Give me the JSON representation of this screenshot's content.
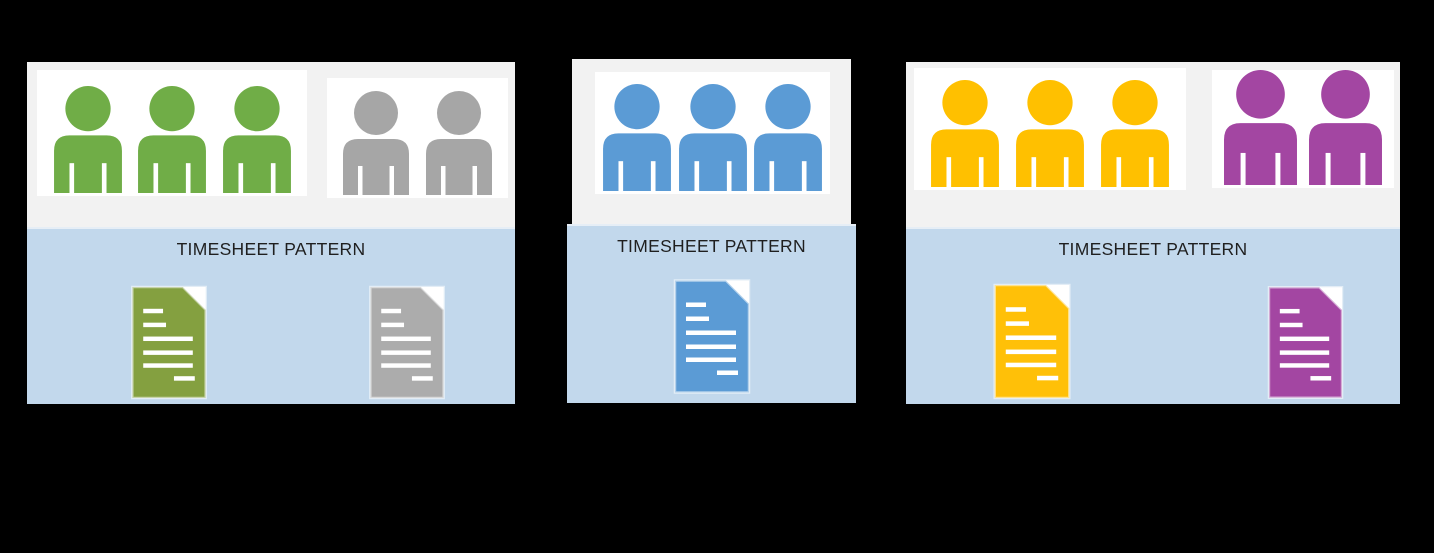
{
  "diagram": {
    "description": "Three team panels, each mapped to a timesheet pattern band with timesheet document icons",
    "band_label": "TIMESHEET PATTERN"
  },
  "colors": {
    "canvas_bg": "#000000",
    "panel_bg": "#F2F2F2",
    "box_bg": "#FFFFFF",
    "band_bg": "#C2D8EC",
    "band_border": "#E6EEF6",
    "label_text": "#1F1F1F",
    "green": "#70AD47",
    "gray": "#A6A6A6",
    "blue": "#5B9BD5",
    "yellow": "#FFC000",
    "purple": "#A346A2",
    "doc_green": "#84A040",
    "doc_gray": "#ACACAC",
    "doc_blue": "#5B9BD5",
    "doc_yellow": "#FFC008",
    "doc_purple": "#A346A2"
  },
  "panels": [
    {
      "band_label": "TIMESHEET PATTERN",
      "groups": [
        {
          "name": "green-team",
          "count": 3,
          "color": "#70AD47"
        },
        {
          "name": "gray-team",
          "count": 2,
          "color": "#A6A6A6"
        }
      ],
      "documents": [
        {
          "name": "green-timesheet",
          "color": "#84A040"
        },
        {
          "name": "gray-timesheet",
          "color": "#ACACAC"
        }
      ]
    },
    {
      "band_label": "TIMESHEET PATTERN",
      "groups": [
        {
          "name": "blue-team",
          "count": 3,
          "color": "#5B9BD5"
        }
      ],
      "documents": [
        {
          "name": "blue-timesheet",
          "color": "#5B9BD5"
        }
      ]
    },
    {
      "band_label": "TIMESHEET PATTERN",
      "groups": [
        {
          "name": "yellow-team",
          "count": 3,
          "color": "#FFC000"
        },
        {
          "name": "purple-team",
          "count": 2,
          "color": "#A346A2"
        }
      ],
      "documents": [
        {
          "name": "yellow-timesheet",
          "color": "#FFC008"
        },
        {
          "name": "purple-timesheet",
          "color": "#A346A2"
        }
      ]
    }
  ]
}
